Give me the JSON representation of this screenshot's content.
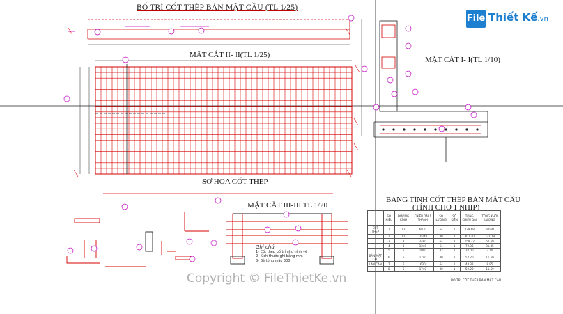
{
  "drawing": {
    "title_top": "BỐ TRÍ CỐT THÉP BẢN MẶT CẦU (TL 1/25)",
    "title_section_2": "MẶT CẮT II- II(TL 1/25)",
    "title_section_1": "MẶT CẮT I- I(TL 1/10)",
    "title_sketch": "SƠ HỌA CỐT THÉP",
    "title_section_3": "MẶT CẮT III-III TL 1/20",
    "table_title_1": "BẢNG TÍNH CỐT THÉP BẢN MẶT CẦU",
    "table_title_2": "(TÍNH CHO 1 NHỊP)",
    "sheet_caption": "BỐ TRÍ CỐT THÉP BẢN MẶT CẦU",
    "notes_title": "Ghi chú",
    "notes": [
      "1- Cốt thép bố trí như hình vẽ",
      "2- Kích thước ghi bằng mm",
      "3- Bê tông mác 300"
    ]
  },
  "brand": {
    "logo_mark": "File",
    "logo_word": "Thiết Kế",
    "logo_tld": ".vn",
    "watermark": "Copyright © FileThietKe.vn",
    "color": "#1c7fd0"
  },
  "table": {
    "headers": [
      "SỐ HIỆU",
      "ĐƯỜNG KÍNH",
      "CHIỀU DÀI 1 THANH",
      "SỐ LƯỢNG",
      "SỐ KIỆN",
      "TỔNG CHIỀU DÀI",
      "TỔNG KHỐI LƯỢNG"
    ],
    "group_labels": [
      "CỐT THÉP",
      "BẢN MẶT CẦU",
      "LAN CAN"
    ],
    "rows": [
      [
        "1",
        "12",
        "6870",
        "64",
        "1",
        "439.68",
        "390.41"
      ],
      [
        "2",
        "12",
        "10240",
        "30",
        "1",
        "307.20",
        "272.79"
      ],
      [
        "3",
        "8",
        "2480",
        "64",
        "1",
        "158.72",
        "62.69"
      ],
      [
        "4",
        "8",
        "1240",
        "64",
        "1",
        "79.36",
        "31.35"
      ],
      [
        "5",
        "6",
        "1000",
        "32",
        "1",
        "32.00",
        "7.10"
      ],
      [
        "6",
        "6",
        "1740",
        "30",
        "1",
        "52.20",
        "11.59"
      ],
      [
        "7",
        "6",
        "630",
        "64",
        "1",
        "40.32",
        "8.95"
      ],
      [
        "8",
        "6",
        "1740",
        "30",
        "1",
        "52.20",
        "11.59"
      ]
    ]
  },
  "colors": {
    "rebar_red": "#d40000",
    "annot_magenta": "#c000c0",
    "dim_red": "#e00000",
    "ink": "#1a1a1a"
  }
}
